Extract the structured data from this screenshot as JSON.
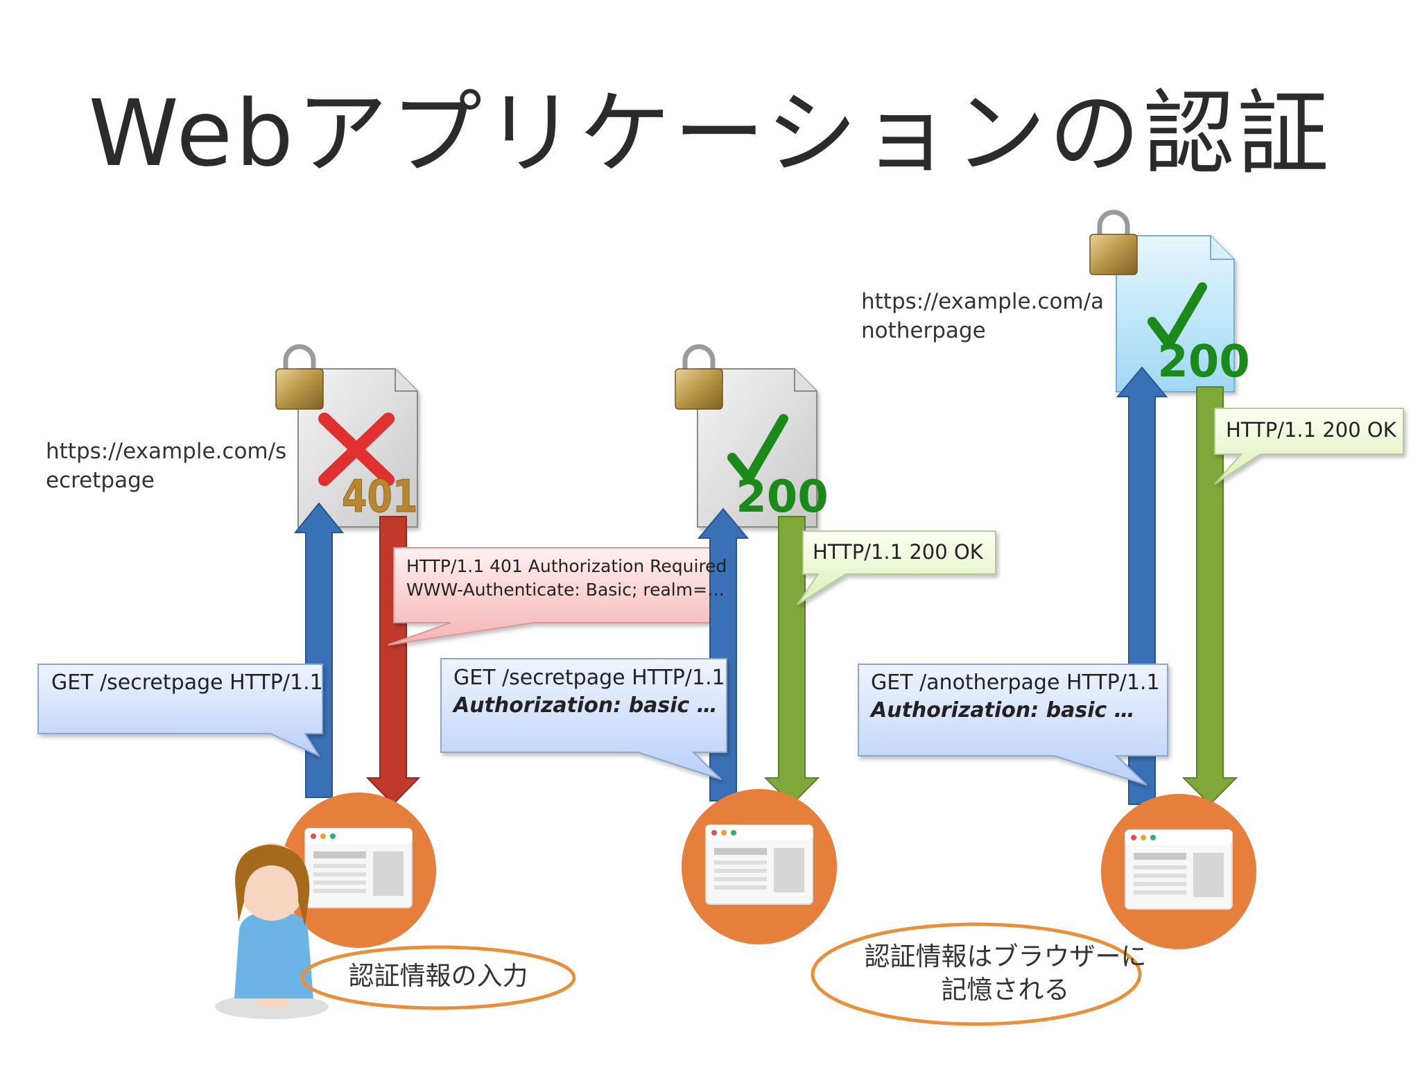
{
  "title": "Webアプリケーションの認証",
  "colors": {
    "up_arrow": "#3a71b6",
    "down_red": "#c0392b",
    "down_green": "#7fa83a",
    "browser_circle": "#e67e3c",
    "status_401": "#b8862e",
    "status_200": "#1a8a1a",
    "fail_x": "#e03030",
    "request_box": "#c9dcfa",
    "response_401_box": "#f8c2c2",
    "response_200_box": "#e3f3c7",
    "note_ring": "#e88f3a"
  },
  "panels": [
    {
      "url": "https://example.com/s\necretpage",
      "request": {
        "line1": "GET /secretpage HTTP/1.1",
        "line2": ""
      },
      "response": {
        "line1": "HTTP/1.1 401 Authorization Required",
        "line2": "WWW-Authenticate: Basic; realm=…"
      },
      "status": "401",
      "result": "fail",
      "note": "認証情報の入力"
    },
    {
      "url": "",
      "request": {
        "line1": "GET /secretpage HTTP/1.1",
        "line2": "Authorization: basic …"
      },
      "response": {
        "line1": "HTTP/1.1 200 OK",
        "line2": ""
      },
      "status": "200",
      "result": "ok",
      "note": ""
    },
    {
      "url": "https://example.com/a\nnotherpage",
      "request": {
        "line1": "GET /anotherpage HTTP/1.1",
        "line2": "Authorization: basic …"
      },
      "response": {
        "line1": "HTTP/1.1 200 OK",
        "line2": ""
      },
      "status": "200",
      "result": "ok",
      "note": "認証情報はブラウザーに\n記憶される"
    }
  ]
}
